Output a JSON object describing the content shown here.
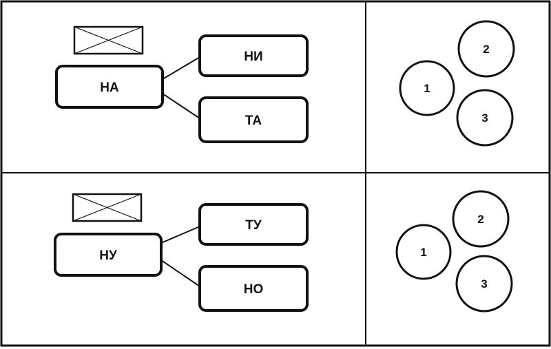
{
  "panels": [
    {
      "main": "НА",
      "top": "НИ",
      "bottom": "ТА",
      "circles": [
        "1",
        "2",
        "3"
      ]
    },
    {
      "main": "НУ",
      "top": "ТУ",
      "bottom": "НО",
      "circles": [
        "1",
        "2",
        "3"
      ]
    }
  ],
  "colors": {
    "ink": "#111111",
    "paper": "#ffffff"
  },
  "icons": [
    "crossed-box-icon"
  ]
}
